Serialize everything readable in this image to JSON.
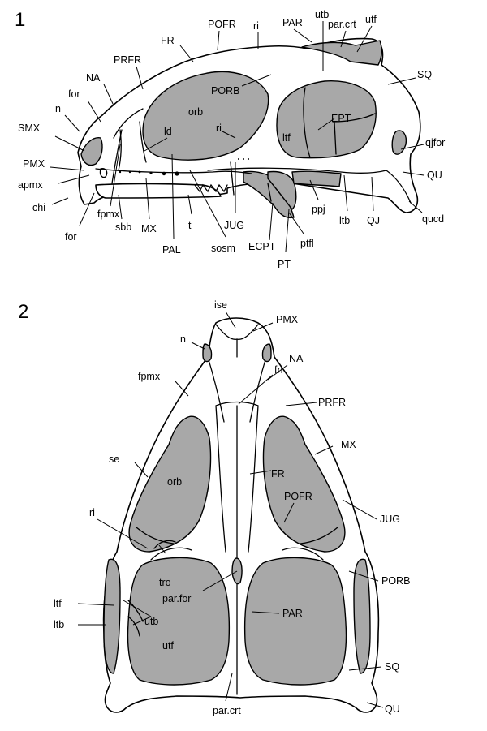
{
  "panels": [
    {
      "number": "1",
      "labels": {
        "POFR": "POFR",
        "ri_top": "ri",
        "PAR": "PAR",
        "utb": "utb",
        "par_crt": "par.crt",
        "utf": "utf",
        "FR": "FR",
        "PRFR": "PRFR",
        "NA": "NA",
        "for_top": "for",
        "n": "n",
        "SMX": "SMX",
        "PMX": "PMX",
        "apmx": "apmx",
        "chi": "chi",
        "for_bottom": "for",
        "fpmx": "fpmx",
        "sbb": "sbb",
        "MX": "MX",
        "PAL": "PAL",
        "t": "t",
        "sosm": "sosm",
        "JUG": "JUG",
        "ECPT": "ECPT",
        "PT": "PT",
        "ptfl": "ptfl",
        "ppj": "ppj",
        "ltb": "ltb",
        "QJ": "QJ",
        "qucd": "qucd",
        "QU": "QU",
        "qjfor": "qjfor",
        "SQ": "SQ",
        "PORB": "PORB",
        "orb": "orb",
        "ri_mid": "ri",
        "ld": "ld",
        "ltf": "ltf",
        "EPT": "EPT"
      }
    },
    {
      "number": "2",
      "labels": {
        "ise": "ise",
        "PMX": "PMX",
        "n": "n",
        "NA": "NA",
        "fn": "fn",
        "fpmx": "fpmx",
        "PRFR": "PRFR",
        "MX": "MX",
        "se": "se",
        "orb": "orb",
        "FR": "FR",
        "POFR": "POFR",
        "ri": "ri",
        "JUG": "JUG",
        "PORB": "PORB",
        "tro": "tro",
        "par_for": "par.for",
        "ltf": "ltf",
        "ltb": "ltb",
        "utb": "utb",
        "PAR": "PAR",
        "utf": "utf",
        "SQ": "SQ",
        "par_crt": "par.crt",
        "QU": "QU"
      }
    }
  ],
  "colors": {
    "shade": "#a8a8a8",
    "line": "#000000",
    "background": "#ffffff"
  }
}
